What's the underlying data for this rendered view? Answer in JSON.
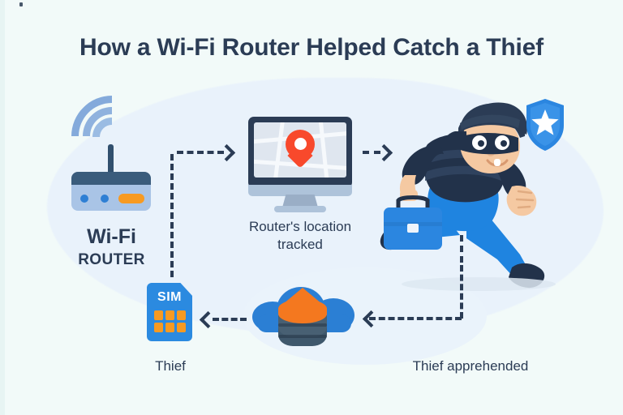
{
  "page": {
    "title": "How a Wi-Fi Router Helped Catch a Thief",
    "background_color": "#f2faf9",
    "blob_color": "#e9f2fb"
  },
  "nodes": {
    "router": {
      "label_line1": "Wi-Fi",
      "label_line2": "ROUTER",
      "icon": "wifi-router-icon",
      "signal_color": "#84aadb",
      "body_color": "#a9c4e6",
      "top_color": "#3a5c7c",
      "accent_color": "#f79a21"
    },
    "monitor": {
      "label_line1": "Router's location",
      "label_line2": "tracked",
      "icon": "desktop-monitor-map-icon",
      "pin_color": "#f8492c",
      "bezel_color": "#2b3c55",
      "screen_color": "#dfe6ef"
    },
    "sim": {
      "chip_text": "SIM",
      "label": "Thief",
      "icon": "sim-card-icon",
      "card_color": "#2b8ae0",
      "contact_color": "#f79a21"
    },
    "cloud": {
      "icon": "cloud-database-icon",
      "cloud_color": "#2b7fd4",
      "database_top_color": "#f4781f",
      "database_body_color": "#486073"
    },
    "thief": {
      "label": "Thief apprehended",
      "icon": "running-thief-icon",
      "shield_icon": "police-shield-star-icon",
      "shield_color": "#2b86e0",
      "jeans_color": "#1f84e0",
      "sweater_color": "#22324a",
      "briefcase_color": "#2b86e0",
      "skin_color": "#f5c9a2"
    }
  },
  "connectors": {
    "router_to_monitor": "dashed-arrow-right",
    "monitor_to_thief": "dashed-arrow-right",
    "thief_to_cloud": "dashed-arrow-left",
    "cloud_to_sim": "dashed-arrow-left",
    "arrow_color": "#2b3c55"
  }
}
